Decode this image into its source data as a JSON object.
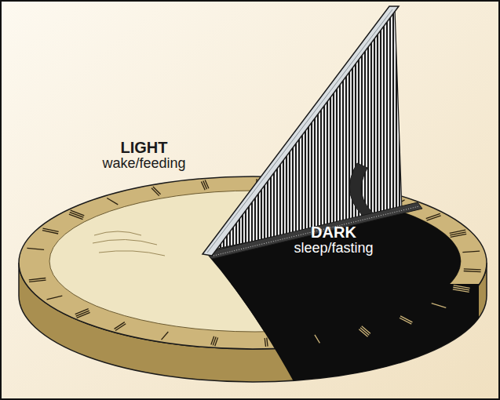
{
  "diagram": {
    "nodes": [
      {
        "text": [
          "LIGHT",
          "wake/feeding"
        ]
      },
      {
        "text": [
          "DARK",
          "sleep/fasting"
        ]
      }
    ]
  }
}
